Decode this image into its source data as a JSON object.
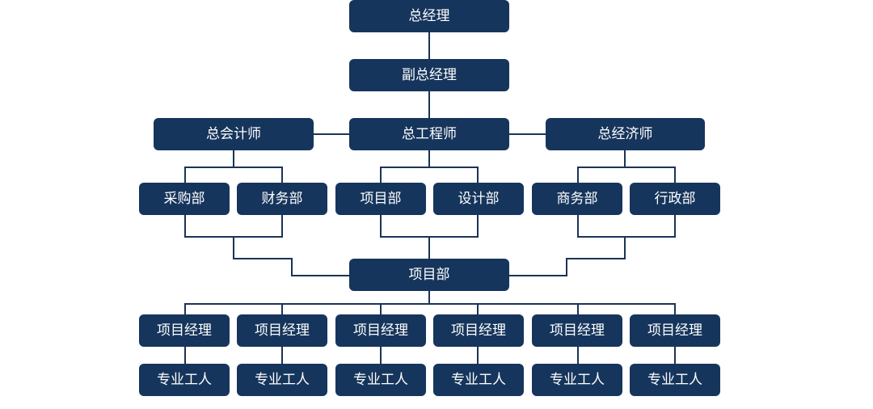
{
  "org": {
    "general_manager": "总经理",
    "deputy_gm": "副总经理",
    "chief_accountant": "总会计师",
    "chief_engineer": "总工程师",
    "chief_economist": "总经济师",
    "departments": [
      "采购部",
      "财务部",
      "项目部",
      "设计部",
      "商务部",
      "行政部"
    ],
    "project_center": "项目部",
    "project_managers": [
      "项目经理",
      "项目经理",
      "项目经理",
      "项目经理",
      "项目经理",
      "项目经理"
    ],
    "workers": [
      "专业工人",
      "专业工人",
      "专业工人",
      "专业工人",
      "专业工人",
      "专业工人"
    ]
  },
  "colors": {
    "box": "#16355c",
    "line": "#1b3457",
    "text": "#ffffff",
    "background": "#ffffff"
  }
}
